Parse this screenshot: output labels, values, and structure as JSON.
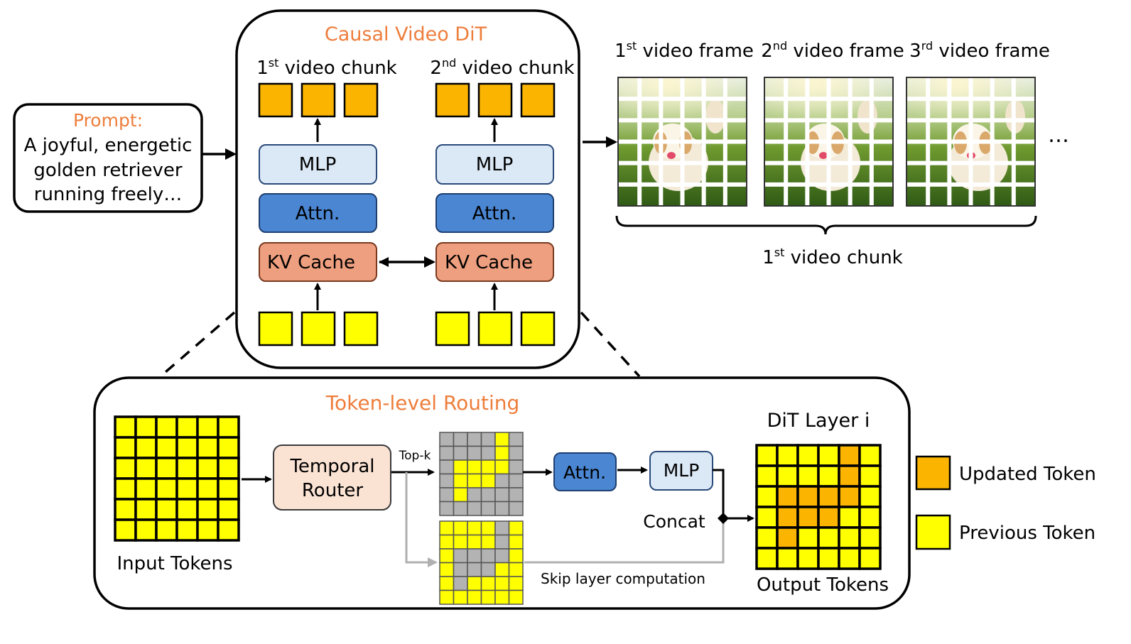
{
  "colors": {
    "updated": "#fbb400",
    "previous": "#ffff00",
    "gray_token": "#b3b3b3",
    "mlp": "#dbe8f6",
    "attn": "#4a86d2",
    "kv": "#ed9f7f",
    "router": "#fbe3d4",
    "heading": "#ee7d3b"
  },
  "prompt": {
    "label": "Prompt:",
    "lines": [
      "A joyful, energetic",
      "golden retriever",
      "running freely…"
    ]
  },
  "dit": {
    "title": "Causal Video DiT",
    "chunk1": {
      "ordinal": "1",
      "sup": "st",
      "rest": " video chunk"
    },
    "chunk2": {
      "ordinal": "2",
      "sup": "nd",
      "rest": " video chunk"
    },
    "mlp": "MLP",
    "attn": "Attn.",
    "kv": "KV Cache"
  },
  "frames": [
    {
      "ordinal": "1",
      "sup": "st",
      "rest": " video frame"
    },
    {
      "ordinal": "2",
      "sup": "nd",
      "rest": " video frame"
    },
    {
      "ordinal": "3",
      "sup": "rd",
      "rest": " video frame"
    }
  ],
  "ellipsis": "…",
  "frames_chunk": {
    "ordinal": "1",
    "sup": "st",
    "rest": " video chunk"
  },
  "routing": {
    "title": "Token-level Routing",
    "input_label": "Input Tokens",
    "router_line1": "Temporal",
    "router_line2": "Router",
    "topk": "Top-k",
    "attn": "Attn.",
    "mlp": "MLP",
    "concat": "Concat",
    "skip": "Skip layer computation",
    "layer_label": "DiT Layer i",
    "output_label": "Output Tokens"
  },
  "legend": {
    "updated": "Updated Token",
    "previous": "Previous Token"
  }
}
